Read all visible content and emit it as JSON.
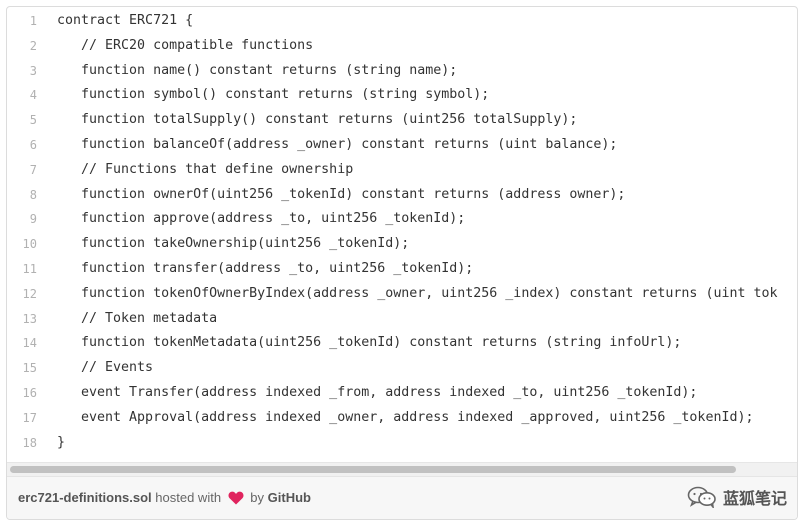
{
  "code": {
    "lines": [
      {
        "n": "1",
        "text": "contract ERC721 {"
      },
      {
        "n": "2",
        "text": "   // ERC20 compatible functions"
      },
      {
        "n": "3",
        "text": "   function name() constant returns (string name);"
      },
      {
        "n": "4",
        "text": "   function symbol() constant returns (string symbol);"
      },
      {
        "n": "5",
        "text": "   function totalSupply() constant returns (uint256 totalSupply);"
      },
      {
        "n": "6",
        "text": "   function balanceOf(address _owner) constant returns (uint balance);"
      },
      {
        "n": "7",
        "text": "   // Functions that define ownership"
      },
      {
        "n": "8",
        "text": "   function ownerOf(uint256 _tokenId) constant returns (address owner);"
      },
      {
        "n": "9",
        "text": "   function approve(address _to, uint256 _tokenId);"
      },
      {
        "n": "10",
        "text": "   function takeOwnership(uint256 _tokenId);"
      },
      {
        "n": "11",
        "text": "   function transfer(address _to, uint256 _tokenId);"
      },
      {
        "n": "12",
        "text": "   function tokenOfOwnerByIndex(address _owner, uint256 _index) constant returns (uint tok"
      },
      {
        "n": "13",
        "text": "   // Token metadata"
      },
      {
        "n": "14",
        "text": "   function tokenMetadata(uint256 _tokenId) constant returns (string infoUrl);"
      },
      {
        "n": "15",
        "text": "   // Events"
      },
      {
        "n": "16",
        "text": "   event Transfer(address indexed _from, address indexed _to, uint256 _tokenId);"
      },
      {
        "n": "17",
        "text": "   event Approval(address indexed _owner, address indexed _approved, uint256 _tokenId);"
      },
      {
        "n": "18",
        "text": "}"
      }
    ]
  },
  "footer": {
    "filename": "erc721-definitions.sol",
    "hosted_with": "hosted with",
    "by": "by",
    "brand": "GitHub",
    "heart_icon": "heart-icon",
    "heart_color": "#e0245e"
  },
  "watermark": {
    "icon": "wechat-icon",
    "text": "蓝狐笔记"
  }
}
